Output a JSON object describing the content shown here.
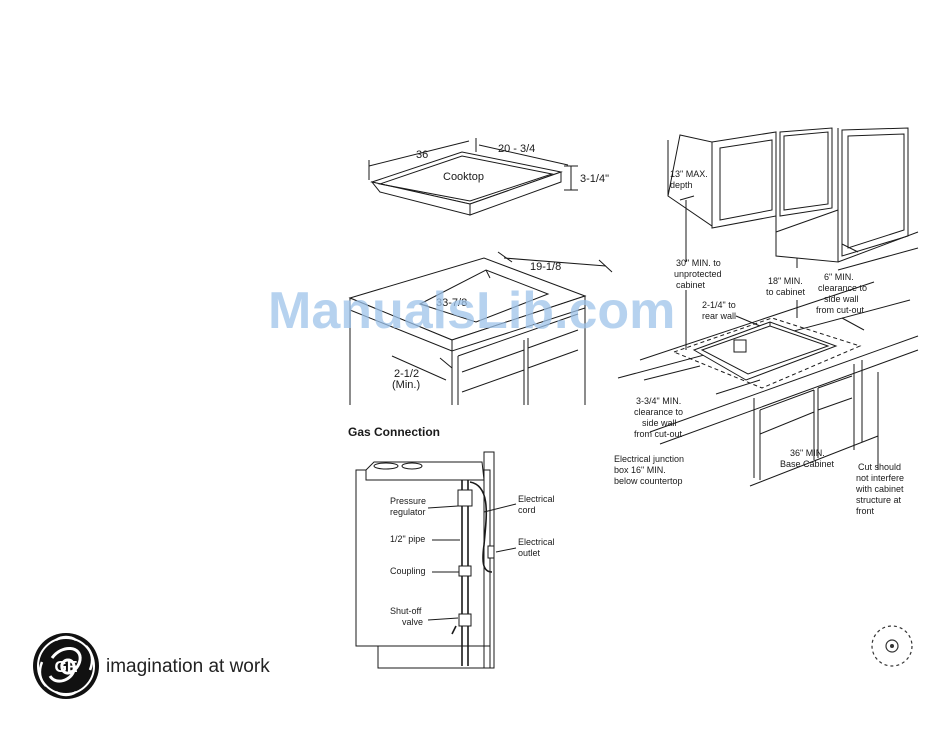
{
  "diagram": {
    "cooktop": {
      "width": "36",
      "depth": "20 - 3/4",
      "height": "3-1/4\"",
      "label": "Cooktop"
    },
    "cutout": {
      "depth": "19-1/8",
      "width": "33-7/8",
      "front_min_line1": "2-1/2",
      "front_min_line2": "(Min.)"
    },
    "gas": {
      "title": "Gas Connection",
      "pressure_regulator": [
        "Pressure",
        "regulator"
      ],
      "pipe": "1/2\" pipe",
      "coupling": "Coupling",
      "shutoff": [
        "Shut-off",
        "valve"
      ],
      "electrical_cord": [
        "Electrical",
        "cord"
      ],
      "electrical_outlet": [
        "Electrical",
        "outlet"
      ]
    },
    "clearances": {
      "max_depth": [
        "13\" MAX.",
        "depth"
      ],
      "min_30": [
        "30\" MIN. to",
        "unprotected",
        "cabinet"
      ],
      "min_18": [
        "18\" MIN.",
        "to cabinet"
      ],
      "min_6": [
        "6\" MIN.",
        "clearance to",
        "side wall",
        "from cut-out"
      ],
      "rear_wall": [
        "2-1/4\" to",
        "rear wall"
      ],
      "side_min": [
        "3-3/4\" MIN.",
        "clearance to",
        "side wall",
        "from cut-out"
      ],
      "junction": [
        "Electrical junction",
        "box 16\" MIN.",
        "below countertop"
      ],
      "base_cabinet": [
        "36\" MIN.",
        "Base Cabinet"
      ],
      "cut_note": [
        "Cut should",
        "not interfere",
        "with cabinet",
        "structure at",
        "front"
      ]
    }
  },
  "brand": {
    "logo_text": "GE",
    "tagline": "imagination at work"
  },
  "watermark": "ManualsLib.com"
}
